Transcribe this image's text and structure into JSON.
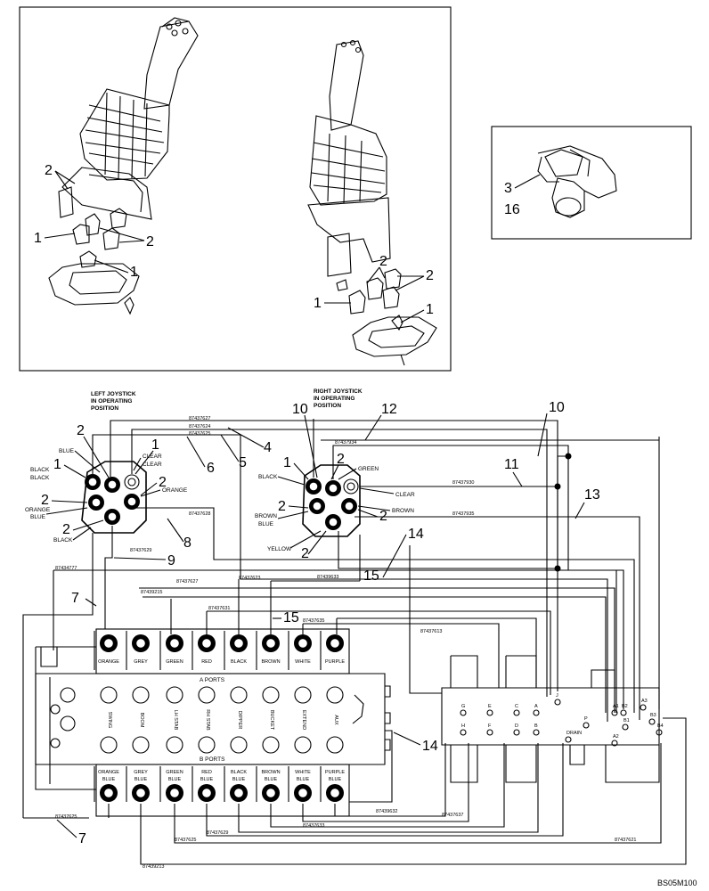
{
  "figure_code": "BS05M100",
  "headings": {
    "left_joystick": [
      "LEFT JOYSTICK",
      "IN OPERATING",
      "POSITION"
    ],
    "right_joystick": [
      "RIGHT JOYSTICK",
      "IN OPERATING",
      "POSITION"
    ]
  },
  "callouts": {
    "c1": "1",
    "c2": "2",
    "c3": "3",
    "c4": "4",
    "c5": "5",
    "c6": "6",
    "c7": "7",
    "c8": "8",
    "c9": "9",
    "c10": "10",
    "c11": "11",
    "c12": "12",
    "c13": "13",
    "c14": "14",
    "c15": "15",
    "c16": "16"
  },
  "left_port_labels": {
    "blue": "BLUE",
    "black_black": [
      "BLACK",
      "BLACK"
    ],
    "clear_clear": [
      "CLEAR",
      "CLEAR"
    ],
    "orange": "ORANGE",
    "orange_blue": [
      "ORANGE",
      "BLUE"
    ],
    "black": "BLACK"
  },
  "right_port_labels": {
    "black": "BLACK",
    "green": "GREEN",
    "clear": "CLEAR",
    "brown": "BROWN",
    "brown_blue": [
      "BROWN",
      "BLUE"
    ],
    "yellow": "YELLOW"
  },
  "part_numbers": {
    "p627": "87437627",
    "p624": "87437624",
    "p625": "87437625",
    "p628": "87437628",
    "p629": "87437629",
    "p777": "87434777",
    "p930": "87437930",
    "p934": "87437934",
    "p935": "87437935",
    "p633": "87439633",
    "p215": "87439215",
    "p627b": "87437627",
    "p623": "87437623",
    "p631": "87437631",
    "p635": "87437635",
    "p613": "87437613",
    "p632": "87439632",
    "p637": "87437637",
    "p633b": "87437633",
    "p629b": "87437629",
    "p625b": "87437625",
    "p625c": "87437625",
    "p621": "87437621",
    "p213": "87439213"
  },
  "a_port_colors": [
    "ORANGE",
    "GREY",
    "GREEN",
    "RED",
    "BLACK",
    "BROWN",
    "WHITE",
    "PURPLE"
  ],
  "a_ports_title": "A PORTS",
  "functions": [
    "SWING",
    "BOOM",
    "LH STAB",
    "RH STAB",
    "DIPPER",
    "BUCKET",
    "EXTEND",
    "AUX"
  ],
  "b_ports_title": "B PORTS",
  "b_port_colors": [
    [
      "ORANGE",
      "BLUE"
    ],
    [
      "GREY",
      "BLUE"
    ],
    [
      "GREEN",
      "BLUE"
    ],
    [
      "RED",
      "BLUE"
    ],
    [
      "BLACK",
      "BLUE"
    ],
    [
      "BROWN",
      "BLUE"
    ],
    [
      "WHITE",
      "BLUE"
    ],
    [
      "PURPLE",
      "BLUE"
    ]
  ],
  "switch_block_labels": [
    "G",
    "H",
    "E",
    "F",
    "C",
    "D",
    "A",
    "B",
    "J",
    "P",
    "DRAIN",
    "A1",
    "A2",
    "A3",
    "B1",
    "B2",
    "B3",
    "B4"
  ]
}
